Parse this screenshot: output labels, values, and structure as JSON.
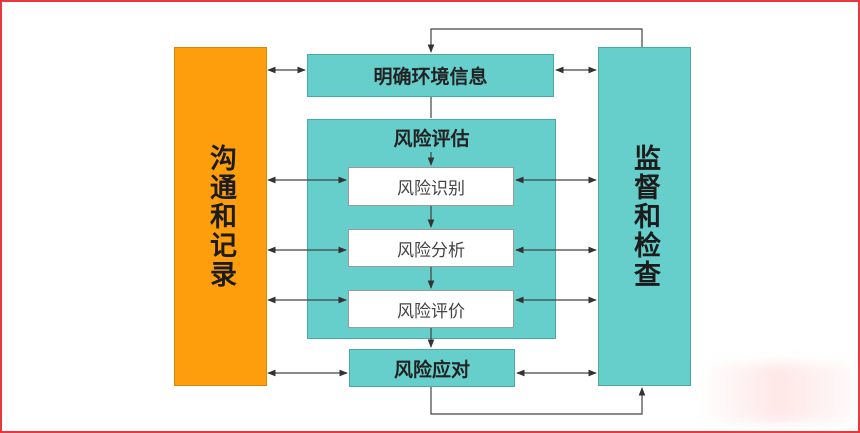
{
  "diagram": {
    "left_column": "沟通和记录",
    "right_column": "监督和检查",
    "context": "明确环境信息",
    "assessment": {
      "title": "风险评估",
      "steps": [
        "风险识别",
        "风险分析",
        "风险评价"
      ]
    },
    "treatment": "风险应对"
  },
  "colors": {
    "left_column": "#ff9e0c",
    "teal": "#66cfcb",
    "border": "#e8383d"
  }
}
